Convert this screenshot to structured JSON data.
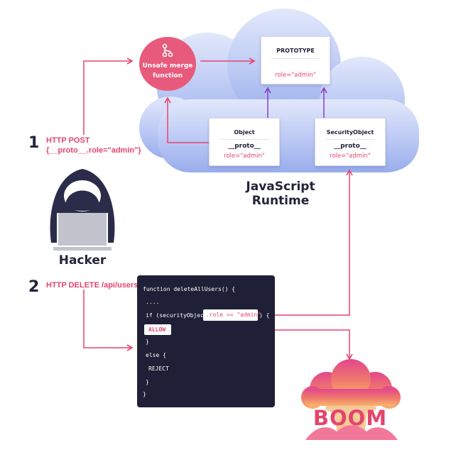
{
  "colors": {
    "accent": "#e5446d",
    "cloud": "#b9c6f1",
    "code_bg": "#1f2037",
    "dark_text": "#23233a",
    "purple_arrow": "#8a3ec7",
    "hacker_hood": "#2b2c4a"
  },
  "step1": {
    "number": "1",
    "method": "HTTP POST",
    "payload": "{__proto__.role=\"admin\"}"
  },
  "step2": {
    "number": "2",
    "method": "HTTP DELETE /api/users"
  },
  "merge_function": {
    "label_line1": "Unsafe merge",
    "label_line2": "function",
    "icon": "git-merge-icon"
  },
  "prototype_card": {
    "title": "PROTOTYPE",
    "role": "role=\"admin\""
  },
  "object_card": {
    "title": "Object",
    "proto": "__proto__",
    "role": "role=\"admin\""
  },
  "security_card": {
    "title": "SecurityObject",
    "proto": "__proto__",
    "role": "role=\"admin\""
  },
  "runtime": {
    "line1": "JavaScript",
    "line2": "Runtime"
  },
  "hacker": {
    "label": "Hacker",
    "icon": "hooded-hacker-icon"
  },
  "code": {
    "line1": "function deleteAllUsers() {",
    "line2": "....",
    "line3_prefix": "if (securityObject",
    "line3_highlight": ".role == \"admin\"",
    "line3_suffix": ") {",
    "allow": "ALLOW",
    "line5": "}",
    "line6": "else {",
    "line7": "REJECT",
    "line8": "}",
    "line9": "}"
  },
  "boom": {
    "label": "BOOM",
    "icon": "mushroom-cloud-icon"
  }
}
